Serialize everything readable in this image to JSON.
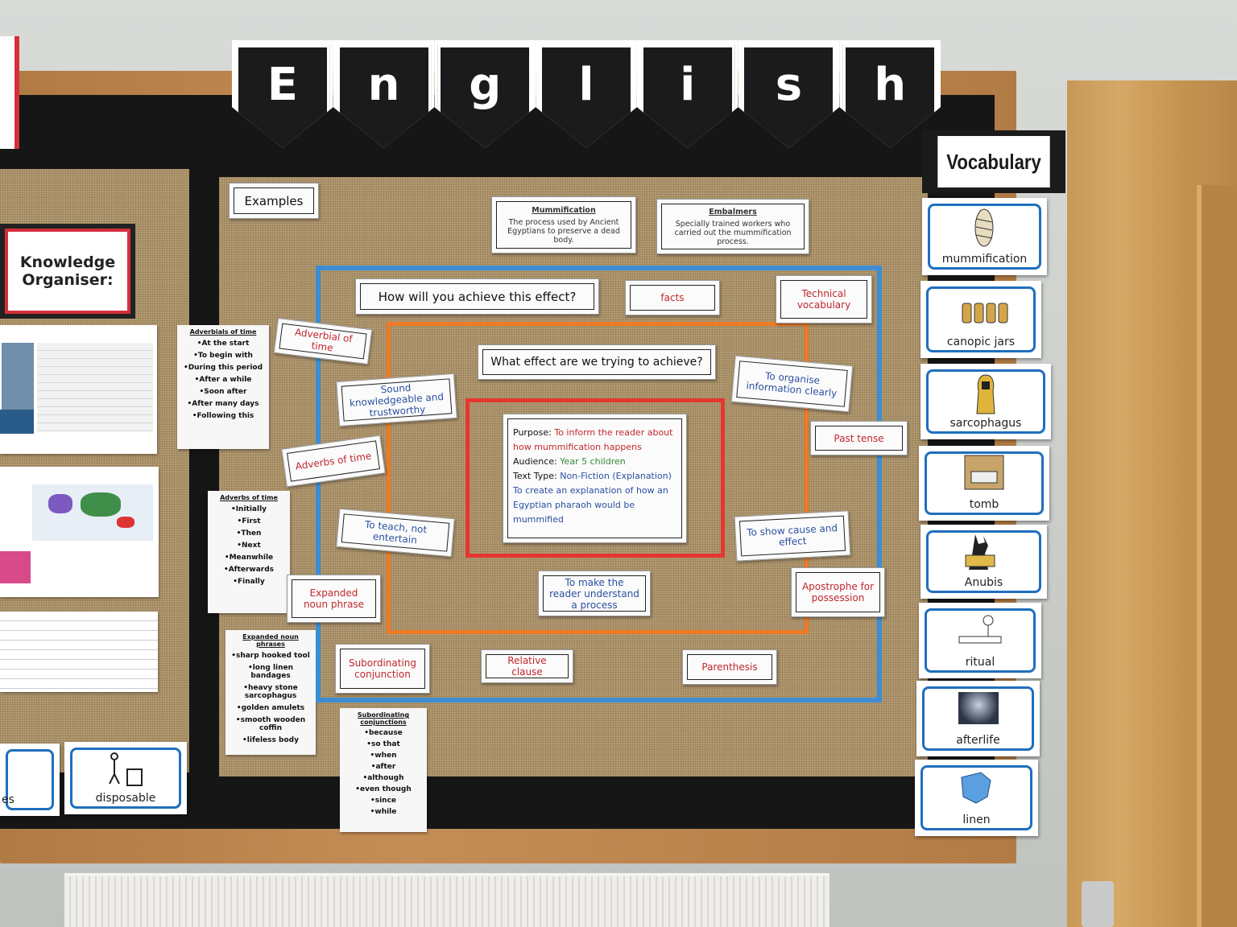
{
  "bunting": [
    "E",
    "n",
    "g",
    "l",
    "i",
    "s",
    "h"
  ],
  "vocabulary_title": "Vocabulary",
  "vocabulary_words": [
    "mummification",
    "canopic jars",
    "sarcophagus",
    "tomb",
    "Anubis",
    "ritual",
    "afterlife",
    "linen"
  ],
  "left_section": {
    "knowledge_organiser": "Knowledge Organiser:",
    "adverbials_of_time": {
      "title": "Adverbials of time",
      "items": [
        "•At the start",
        "•To begin with",
        "•During this period",
        "•After a while",
        "•Soon after",
        "•After many days",
        "•Following this"
      ]
    },
    "adverbs_of_time": {
      "title": "Adverbs of time",
      "items": [
        "•Initially",
        "•First",
        "•Then",
        "•Next",
        "•Meanwhile",
        "•Afterwards",
        "•Finally"
      ]
    },
    "expanded_noun_phrases": {
      "title": "Expanded noun phrases",
      "items": [
        "•sharp hooked tool",
        "•long linen bandages",
        "•heavy stone sarcophagus",
        "•golden amulets",
        "•smooth wooden coffin",
        "•lifeless body"
      ]
    },
    "subordinating_conjunctions": {
      "title": "Subordinating conjunctions",
      "items": [
        "•because",
        "•so that",
        "•when",
        "•after",
        "•although",
        "•even though",
        "•since",
        "•while"
      ]
    },
    "bottom_cards": [
      "es",
      "disposable"
    ]
  },
  "main": {
    "examples": "Examples",
    "definitions": [
      {
        "term": "Mummification",
        "text": "The process used by Ancient Egyptians to preserve a dead body."
      },
      {
        "term": "Embalmers",
        "text": "Specially trained workers who carried out the mummification process."
      }
    ],
    "question_how": "How will you achieve this effect?",
    "question_what": "What effect are we trying to achieve?",
    "center": {
      "purpose_label": "Purpose:",
      "purpose": "To inform the reader about how mummification happens",
      "audience_label": "Audience:",
      "audience": "Year 5 children",
      "type_label": "Text Type:",
      "type": "Non-Fiction (Explanation)",
      "goal": "To create an explanation of how an Egyptian pharaoh would be mummified"
    },
    "red_cards": [
      "facts",
      "Technical vocabulary",
      "Adverbial of time",
      "Adverbs of time",
      "Expanded noun phrase",
      "Past tense",
      "Apostrophe for possession",
      "Subordinating conjunction",
      "Relative clause",
      "Parenthesis"
    ],
    "blue_cards": [
      "Sound knowledgeable and trustworthy",
      "To organise information clearly",
      "To teach, not entertain",
      "To show cause and effect",
      "To make the reader understand a process"
    ]
  }
}
